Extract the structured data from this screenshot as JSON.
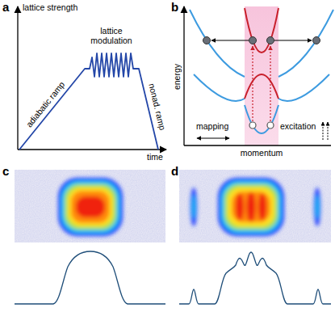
{
  "diagram": {
    "labels": [
      "a",
      "lattice strength",
      "time",
      "adiabatic ramp",
      "lattice modulation",
      "nonad. ramp",
      "b",
      "energy",
      "momentum",
      "mapping",
      "excitation",
      "c",
      "d"
    ]
  }
}
